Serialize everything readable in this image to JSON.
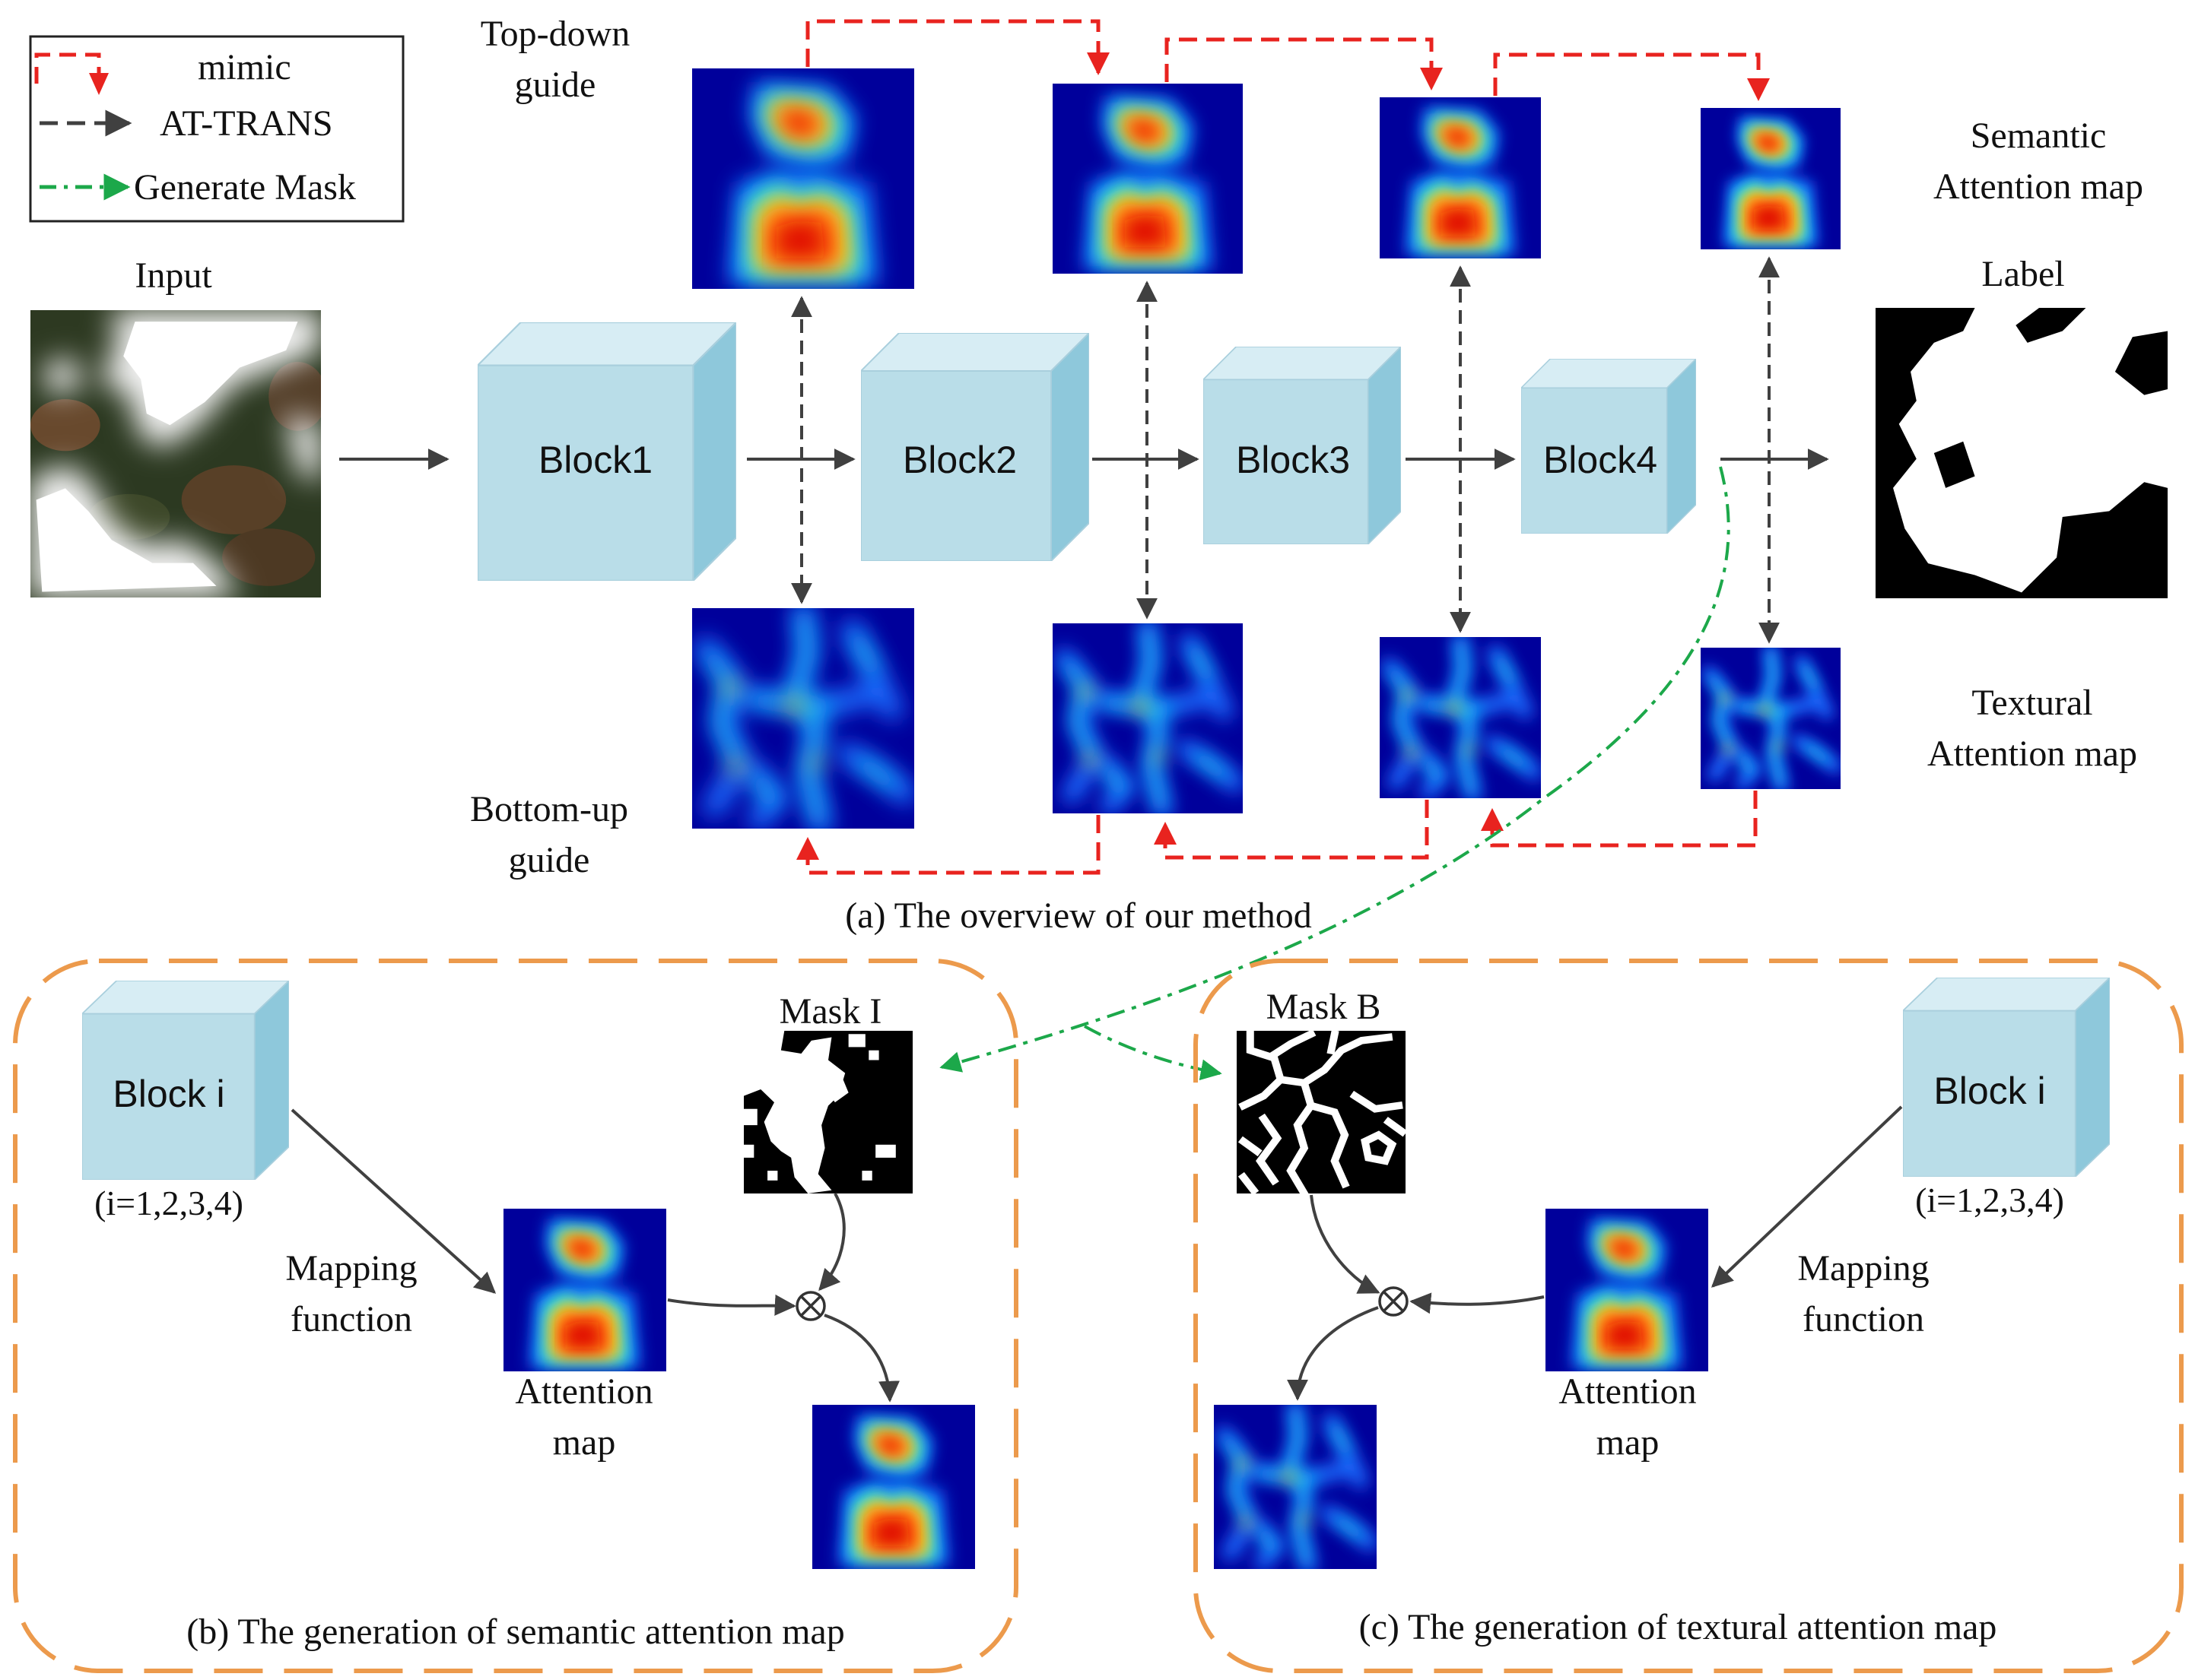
{
  "legend": {
    "items": [
      {
        "label": "mimic",
        "style": "red-dashed"
      },
      {
        "label": "AT-TRANS",
        "style": "black-dashed"
      },
      {
        "label": "Generate Mask",
        "style": "green-dashdot"
      }
    ]
  },
  "labels": {
    "top_down": "Top-down\nguide",
    "bottom_up": "Bottom-up\nguide",
    "input": "Input",
    "label": "Label",
    "semantic": "Semantic\nAttention map",
    "textural": "Textural\nAttention map",
    "caption_a": "(a) The overview of our method",
    "caption_b": "(b) The generation of semantic attention map",
    "caption_c": "(c) The generation of textural attention map",
    "mask_i": "Mask I",
    "mask_b": "Mask B",
    "block_i": "Block i",
    "block_i_range": "(i=1,2,3,4)",
    "mapping_function": "Mapping\nfunction",
    "attention_map": "Attention\nmap"
  },
  "blocks": [
    "Block1",
    "Block2",
    "Block3",
    "Block4"
  ],
  "colors": {
    "block_front": "#b9dde8",
    "block_top": "#d7edf4",
    "block_side": "#8ec8db",
    "mimic": "#e8231f",
    "at_trans": "#404040",
    "generate_mask": "#1ca84a",
    "panel_border": "#ec9a4c",
    "heat_background": "#00009b"
  }
}
